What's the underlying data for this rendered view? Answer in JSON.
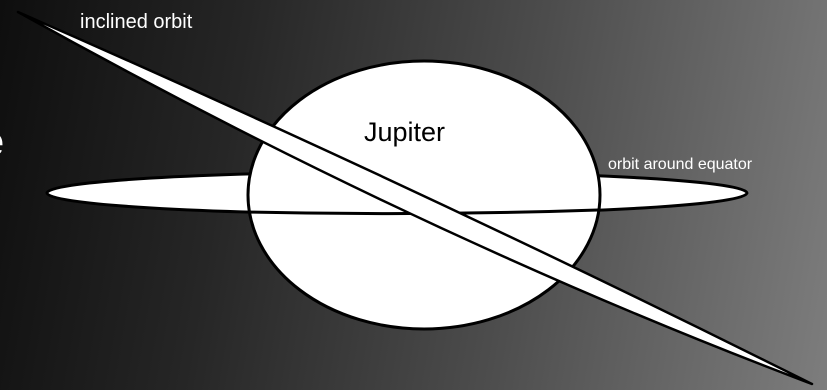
{
  "labels": {
    "inclined_orbit": "inclined orbit",
    "planet": "Jupiter",
    "equatorial_orbit": "orbit around equator",
    "cut_off_glyph": "e"
  },
  "colors": {
    "background_dark": "#0e0e0e",
    "background_light": "#7d7d7d",
    "planet_fill": "#ffffff",
    "outline": "#000000",
    "text_light": "#ffffff",
    "text_dark": "#000000"
  }
}
